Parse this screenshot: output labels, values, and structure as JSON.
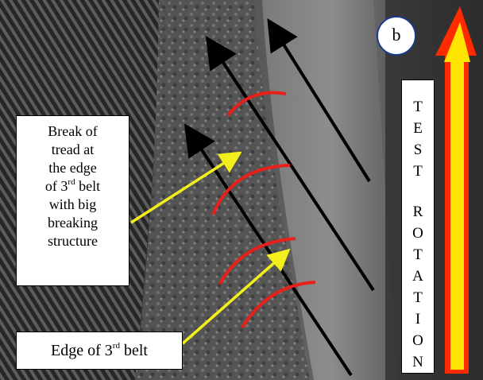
{
  "figure": {
    "panel_label": "b",
    "break_label_lines": [
      "Break of",
      "tread at",
      "the edge",
      "of 3",
      "rd",
      " belt",
      "with big",
      "breaking",
      "structure"
    ],
    "edge_label": {
      "prefix": "Edge of 3",
      "superscript": "rd",
      "suffix": " belt"
    },
    "rotation_label": {
      "word1": "TEST",
      "word2": "ROTATION"
    },
    "colors": {
      "callout_arrow": "#f2ef1a",
      "crack_arc": "#e8201a",
      "direction_arrow": "#000000",
      "rotation_arrow_outer": "#ff2a00",
      "rotation_arrow_inner": "#ffe400"
    }
  }
}
